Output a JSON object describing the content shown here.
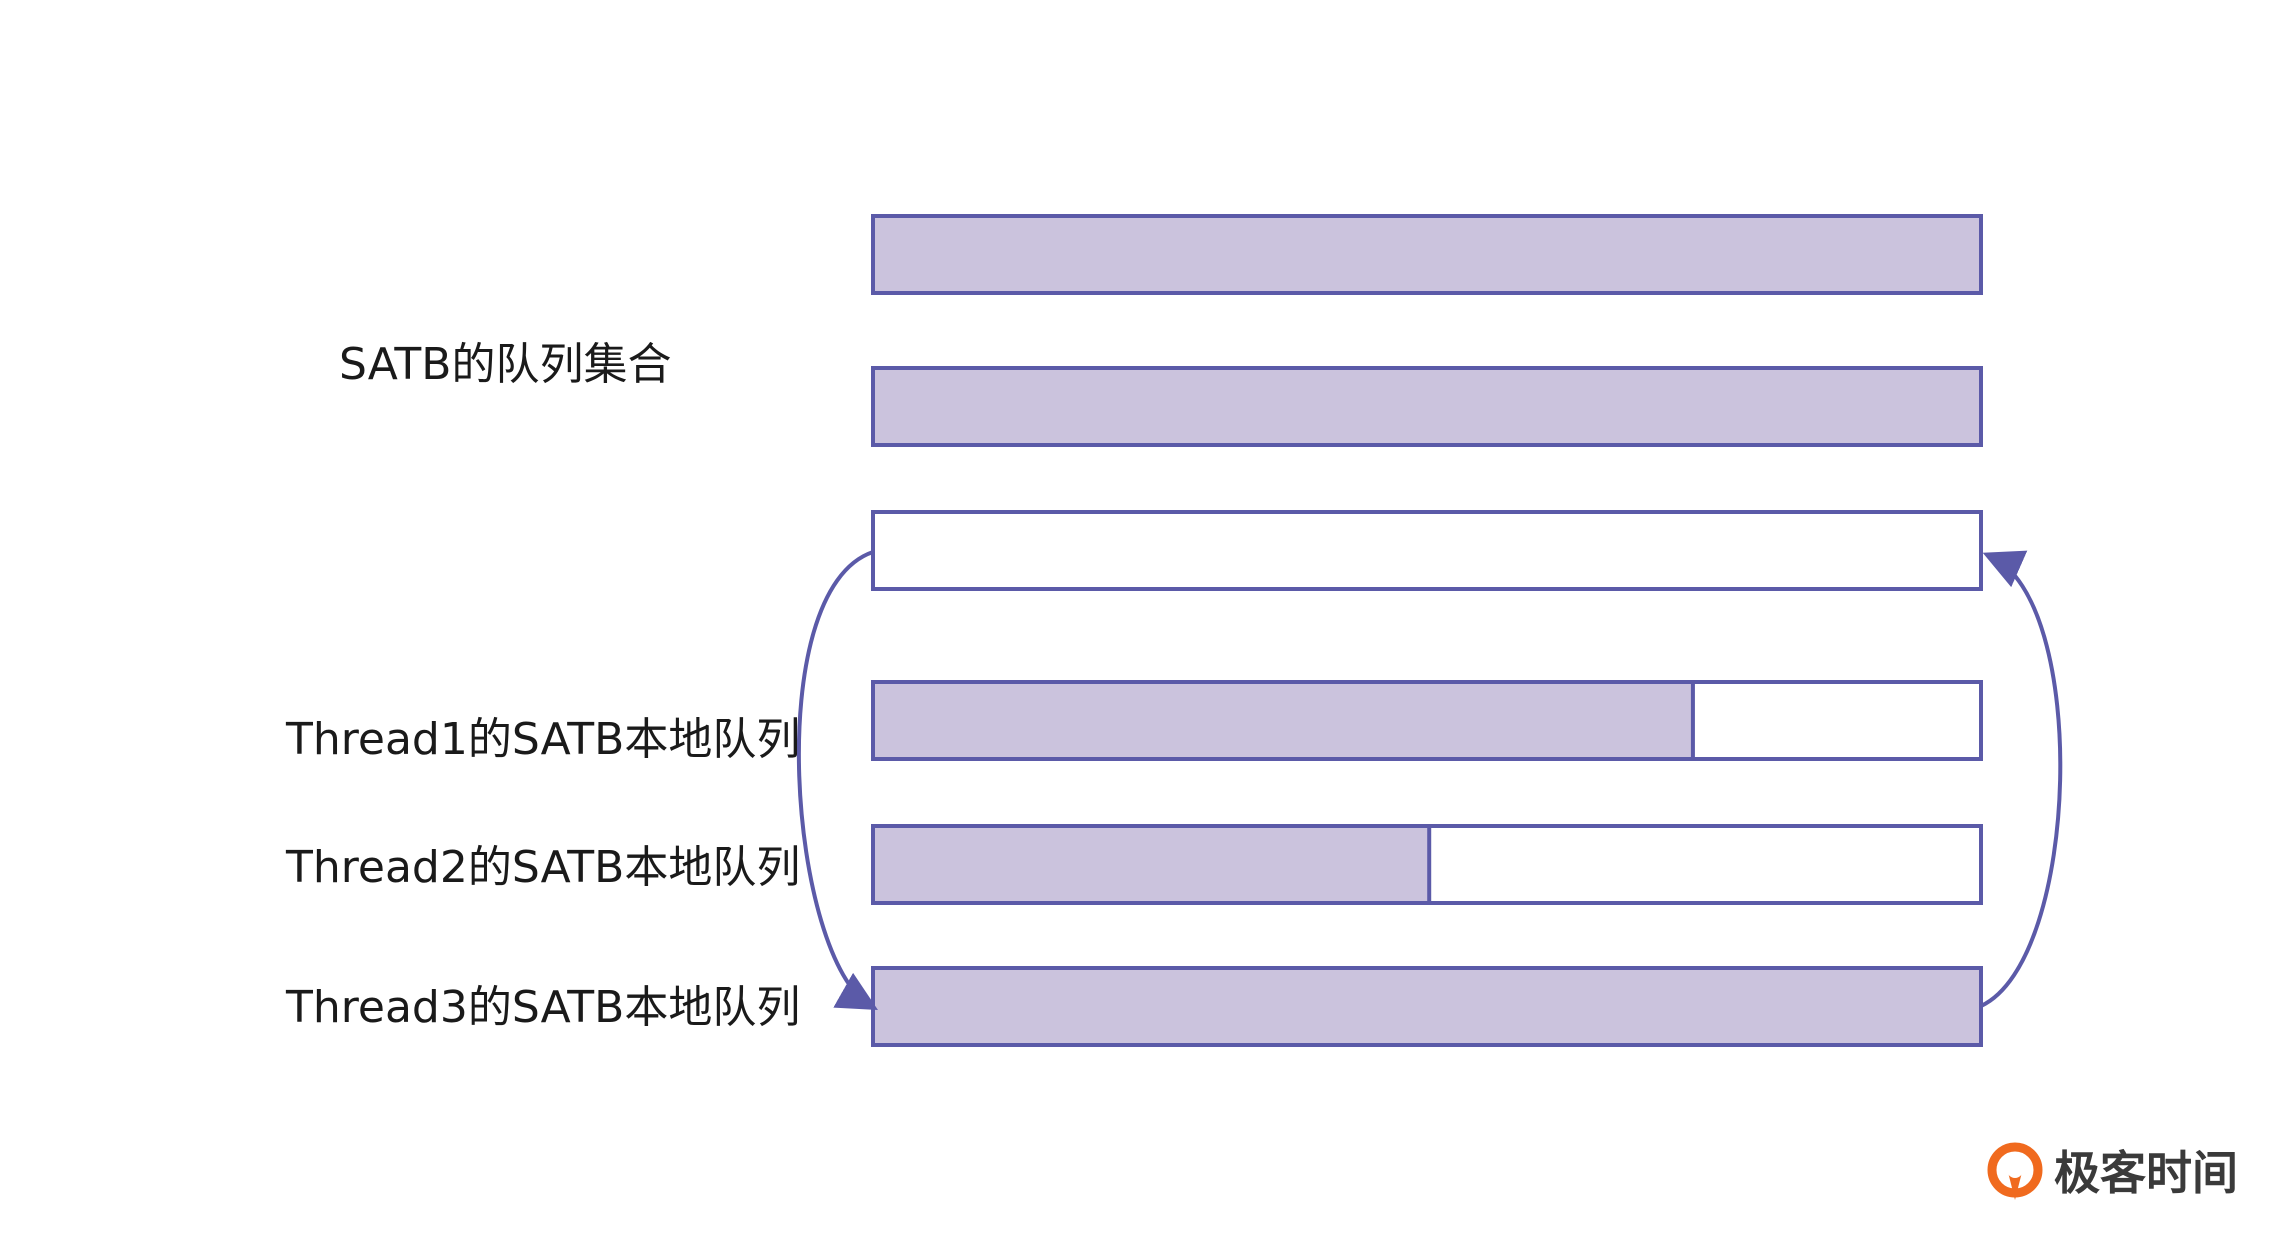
{
  "labels": {
    "queue_set": "SATB的队列集合",
    "thread1": "Thread1的SATB本地队列",
    "thread2": "Thread2的SATB本地队列",
    "thread3": "Thread3的SATB本地队列"
  },
  "queues": [
    {
      "id": "set-queue-1",
      "group": "queue_set",
      "fill_fraction": 1.0
    },
    {
      "id": "set-queue-2",
      "group": "queue_set",
      "fill_fraction": 1.0
    },
    {
      "id": "set-queue-3",
      "group": "queue_set",
      "fill_fraction": 0.0
    },
    {
      "id": "thread1-queue",
      "group": "thread1",
      "fill_fraction": 0.74
    },
    {
      "id": "thread2-queue",
      "group": "thread2",
      "fill_fraction": 0.502
    },
    {
      "id": "thread3-queue",
      "group": "thread3",
      "fill_fraction": 1.0
    }
  ],
  "colors": {
    "stroke": "#5b5aa8",
    "fill": "#cbc3dd",
    "empty": "#ffffff",
    "text": "#1a1a1a",
    "logo_orange": "#f06a1e",
    "logo_text": "#3a3a3a"
  },
  "brand": {
    "name": "极客时间",
    "icon": "geektime-logo-icon"
  }
}
